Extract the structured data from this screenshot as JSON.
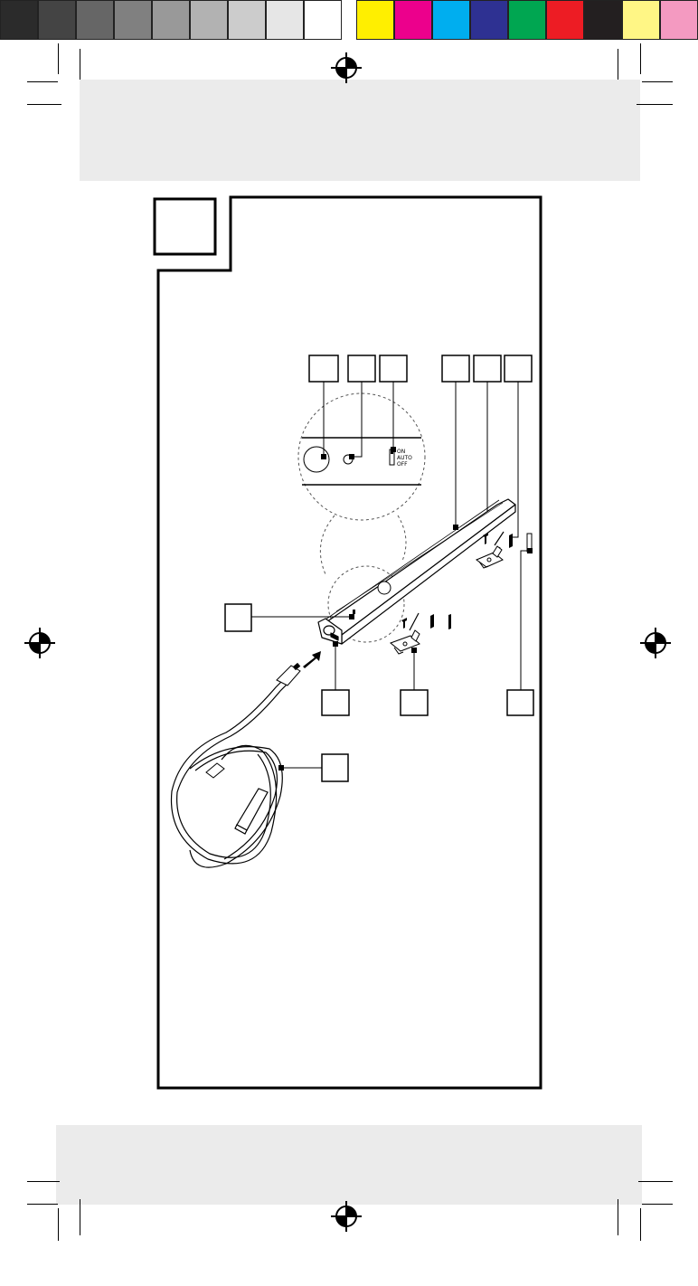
{
  "colors": {
    "swatches": [
      "#2b2b2b",
      "#444444",
      "#666666",
      "#808080",
      "#999999",
      "#b2b2b2",
      "#cccccc",
      "#e6e6e6",
      "#ffffff",
      "#ffef00",
      "#ec008c",
      "#00aeef",
      "#2e3192",
      "#00a651",
      "#ed1c24",
      "#231f20",
      "#fff685",
      "#f49ac1"
    ],
    "band": "#ebebeb",
    "line": "#000000",
    "dashed": "#555555"
  },
  "switch_positions": [
    "ON",
    "AUTO",
    "OFF"
  ]
}
